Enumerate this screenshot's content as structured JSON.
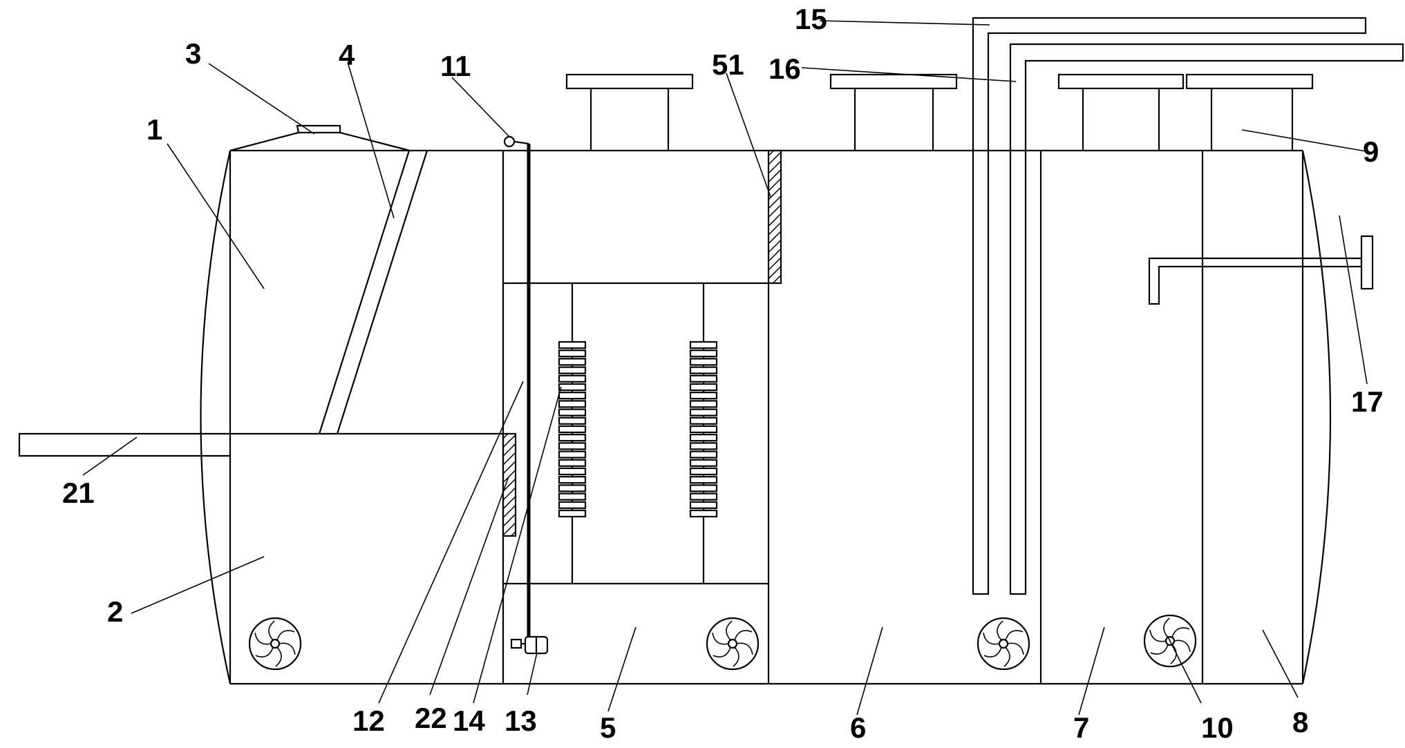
{
  "labels": {
    "l1": "1",
    "l2": "2",
    "l3": "3",
    "l4": "4",
    "l5": "5",
    "l6": "6",
    "l7": "7",
    "l8": "8",
    "l9": "9",
    "l10": "10",
    "l11": "11",
    "l12": "12",
    "l13": "13",
    "l14": "14",
    "l15": "15",
    "l16": "16",
    "l17": "17",
    "l21": "21",
    "l22": "22",
    "l51": "51"
  }
}
